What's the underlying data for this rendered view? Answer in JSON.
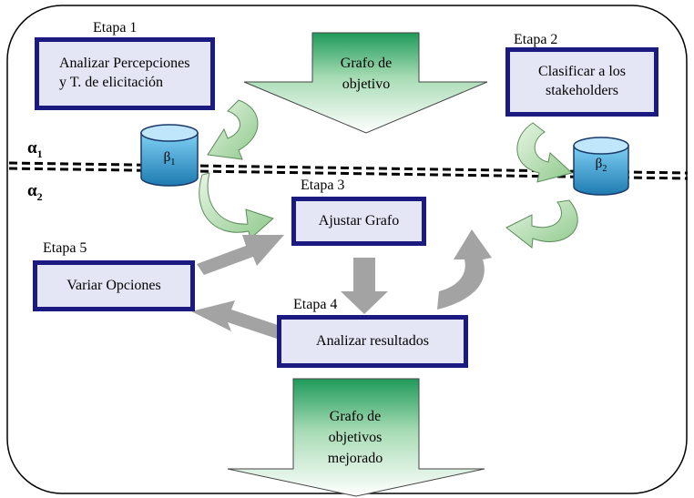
{
  "stages": {
    "stage1_label": "Etapa 1",
    "stage2_label": "Etapa 2",
    "stage3_label": "Etapa 3",
    "stage4_label": "Etapa 4",
    "stage5_label": "Etapa 5"
  },
  "boxes": {
    "analizar_percepciones_line1": "Analizar Percepciones",
    "analizar_percepciones_line2": "y T. de elicitación",
    "clasificar_line1": "Clasificar a los",
    "clasificar_line2": "stakeholders",
    "ajustar_grafo": "Ajustar Grafo",
    "variar_opciones": "Variar Opciones",
    "analizar_resultados": "Analizar resultados"
  },
  "arrows": {
    "top_line1": "Grafo de",
    "top_line2": "objetivo",
    "bottom_line1": "Grafo de",
    "bottom_line2": "objetivos",
    "bottom_line3": "mejorado"
  },
  "levels": {
    "alpha": "α",
    "alpha1_sub": "1",
    "alpha2_sub": "2"
  },
  "databases": {
    "beta": "β",
    "beta1_sub": "1",
    "beta2_sub": "2"
  },
  "colors": {
    "box_border": "#1a1a80",
    "box_fill": "#e4e6f6",
    "db_top": "#bfe6fb",
    "db_bottom": "#1e7bb0",
    "curved_arrow": "#a9d6a6",
    "big_arrow_top": "#1f9a5a",
    "gray_arrow": "#a0a0a0"
  }
}
